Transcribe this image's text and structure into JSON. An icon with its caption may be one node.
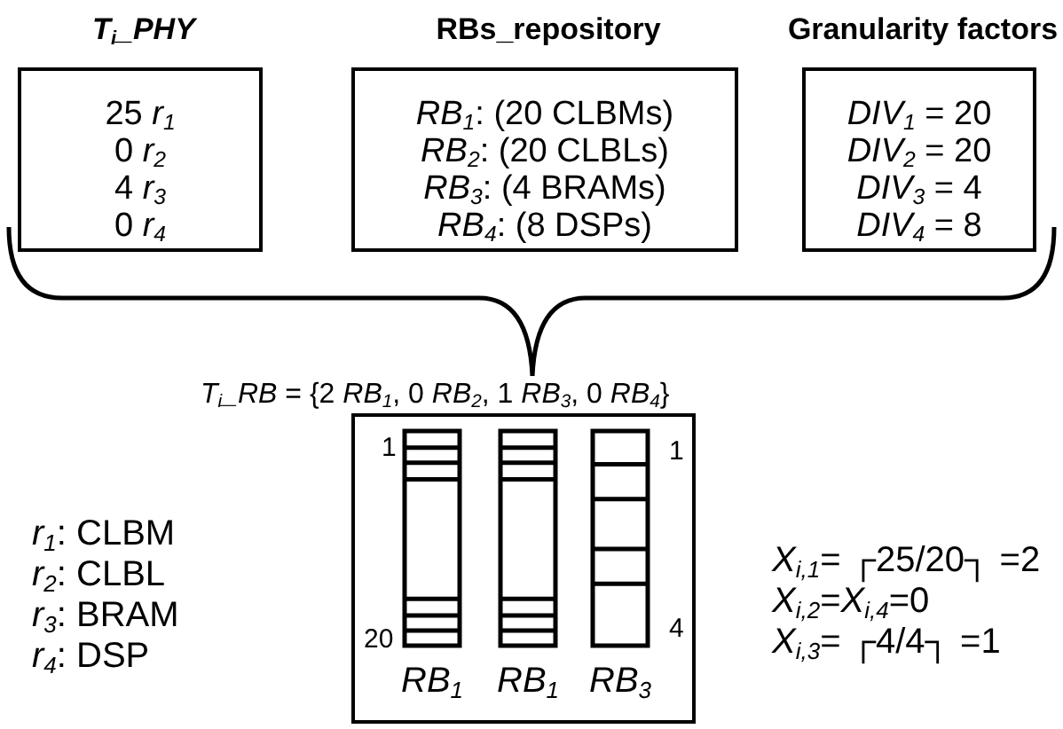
{
  "diagram": {
    "nodes": [
      {
        "text": [
          "T$_{i}$_PHY",
          "25 *r*$_{1}$",
          "0 *r*$_{2}$",
          "4 *r*$_{3}$",
          "0 *r*$_{4}$"
        ]
      },
      {
        "text": [
          "RBs_repository",
          "*RB*$_{1}$:  (20 CLBMs)",
          "*RB*$_{2}$:  (20 CLBLs)",
          "*RB*$_{3}$:  (4 BRAMs)",
          "*RB*$_{4}$:  (8 DSPs)"
        ]
      },
      {
        "text": [
          "Granularity factors",
          "*DIV*$_{1}$ = 20",
          "*DIV*$_{2}$ = 20",
          "*DIV*$_{3}$ = 4",
          "*DIV*$_{4}$ = 8"
        ]
      },
      {
        "text": [
          "*T*$_{i}$*_RB* = {2 *RB*$_{1}$, 0 *RB*$_{2}$, 1 *RB*$_{3}$, 0 *RB*$_{4}$}",
          "1",
          "20",
          "1",
          "4",
          "*RB*$_{1}$",
          "*RB*$_{1}$",
          "*RB*$_{3}$"
        ]
      }
    ],
    "labels": [
      "*r*$_{1}$: CLBM",
      "*r*$_{2}$: CLBL",
      "*r*$_{3}$: BRAM",
      "*r*$_{4}$: DSP",
      "*X*$_{i,1}$= ┌25/20┐ =2",
      "*X*$_{i,2}$=*X*$_{i,4}$=0",
      "*X*$_{i,3}$= ┌4/4┐ =1"
    ]
  }
}
